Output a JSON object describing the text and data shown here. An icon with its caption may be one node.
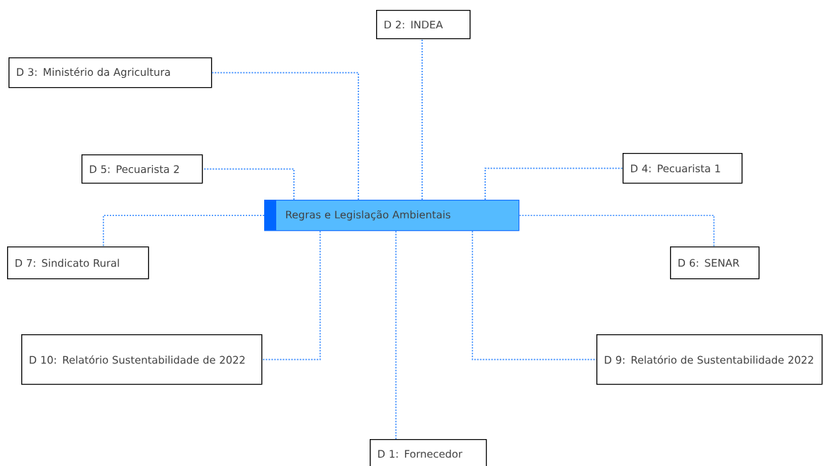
{
  "diagram": {
    "nodes": [
      {
        "text": [
          "D 2: INDEA"
        ]
      },
      {
        "text": [
          "D 3: Ministério da Agricultura"
        ]
      },
      {
        "text": [
          "D 5: Pecuarista 2"
        ]
      },
      {
        "text": [
          "D 4: Pecuarista 1"
        ]
      },
      {
        "text": [
          "Regras e Legislação Ambientais"
        ]
      },
      {
        "text": [
          "D 7: Sindicato Rural"
        ]
      },
      {
        "text": [
          "D 6: SENAR"
        ]
      },
      {
        "text": [
          "D 10: Relatório Sustentabilidade de 2022"
        ]
      },
      {
        "text": [
          "D 9: Relatório de Sustentabilidade 2022"
        ]
      },
      {
        "text": [
          "D 1: Fornecedor"
        ]
      }
    ],
    "edges": [
      {
        "from": 4,
        "to": 0,
        "arrow": "none"
      },
      {
        "from": 4,
        "to": 1,
        "arrow": "none"
      },
      {
        "from": 4,
        "to": 2,
        "arrow": "none"
      },
      {
        "from": 4,
        "to": 3,
        "arrow": "none"
      },
      {
        "from": 4,
        "to": 5,
        "arrow": "none"
      },
      {
        "from": 4,
        "to": 6,
        "arrow": "none"
      },
      {
        "from": 4,
        "to": 7,
        "arrow": "none"
      },
      {
        "from": 4,
        "to": 8,
        "arrow": "none"
      },
      {
        "from": 4,
        "to": 9,
        "arrow": "none"
      }
    ]
  }
}
